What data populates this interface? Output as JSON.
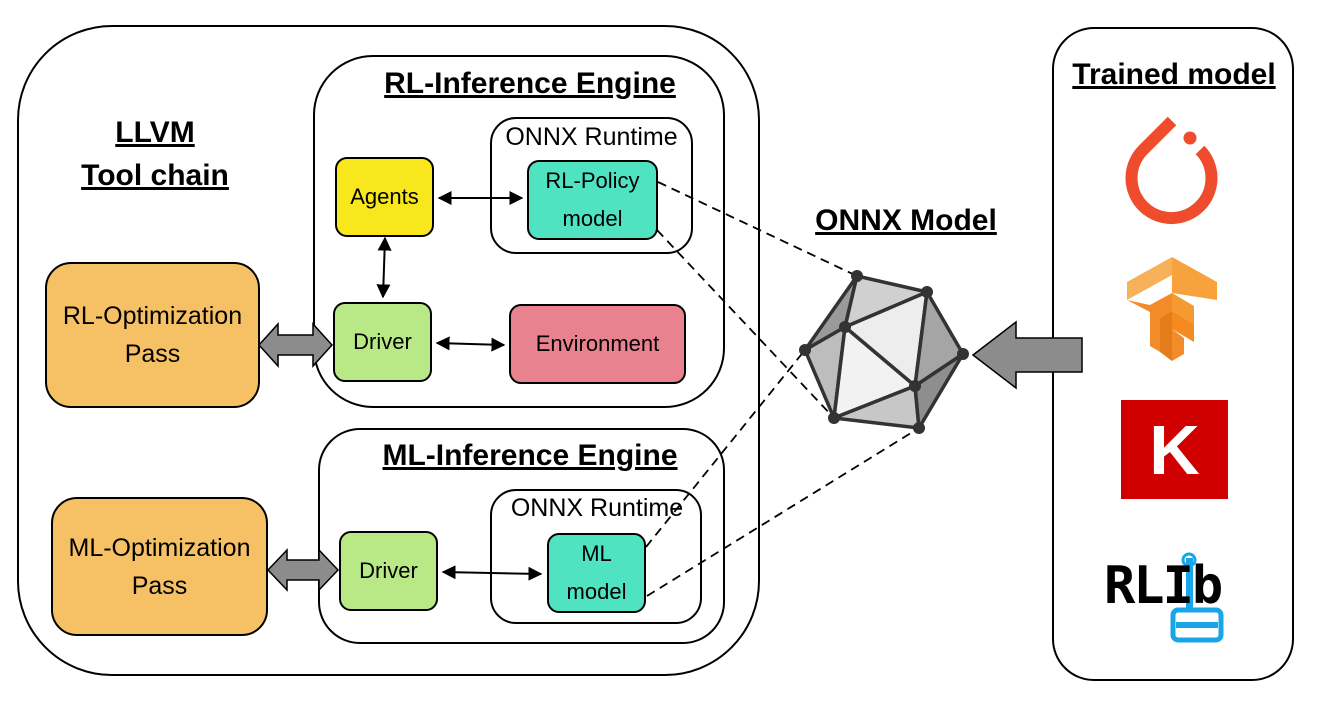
{
  "llvm": {
    "title_line1": "LLVM",
    "title_line2": "Tool chain"
  },
  "rl_engine": {
    "title": "RL-Inference Engine",
    "runtime": "ONNX Runtime",
    "agents": "Agents",
    "policy_line1": "RL-Policy",
    "policy_line2": "model",
    "driver": "Driver",
    "environment": "Environment"
  },
  "ml_engine": {
    "title": "ML-Inference Engine",
    "runtime": "ONNX Runtime",
    "driver": "Driver",
    "model_line1": "ML",
    "model_line2": "model"
  },
  "rl_pass": {
    "line1": "RL-Optimization",
    "line2": "Pass"
  },
  "ml_pass": {
    "line1": "ML-Optimization",
    "line2": "Pass"
  },
  "onnx_model": {
    "title": "ONNX Model"
  },
  "trained": {
    "title": "Trained model",
    "logos": [
      "pytorch-logo",
      "tensorflow-logo",
      "keras-logo",
      "rllib-logo"
    ],
    "keras_letter": "K",
    "rllib_text": "RLIb"
  },
  "colors": {
    "pass": "#f6c065",
    "agents": "#f8e71c",
    "teal": "#50e3c2",
    "driver": "#b8e986",
    "environment": "#e8828f",
    "arrow": "#8c8c8c",
    "pytorch": "#ee4c2c",
    "tensorflow": "#f58a1f",
    "keras": "#d00000",
    "rllib": "#1aa5e8"
  }
}
